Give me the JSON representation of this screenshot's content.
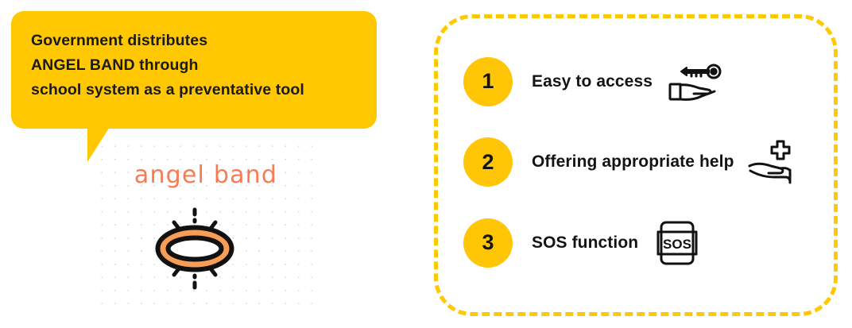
{
  "theme": {
    "yellow": "#FFC800",
    "badge_yellow": "#FFC507",
    "coral": "#F97A52",
    "halo_orange": "#F79D55",
    "ink": "#141414",
    "dot_grey": "#cfcfcf",
    "background": "#ffffff"
  },
  "callout": {
    "name": "speech-bubble",
    "text": "Government distributes\nANGEL BAND through\nschool system as a preventative tool"
  },
  "brand": {
    "wordmark": "angel band",
    "icon_name": "angel-halo-icon"
  },
  "features": {
    "items": [
      {
        "number": "1",
        "label": "Easy to access",
        "icon_name": "hand-with-key-icon"
      },
      {
        "number": "2",
        "label": "Offering appropriate help",
        "icon_name": "hand-with-medical-cross-icon"
      },
      {
        "number": "3",
        "label": "SOS function",
        "icon_name": "sos-sign-icon",
        "icon_text": "SOS"
      }
    ]
  }
}
